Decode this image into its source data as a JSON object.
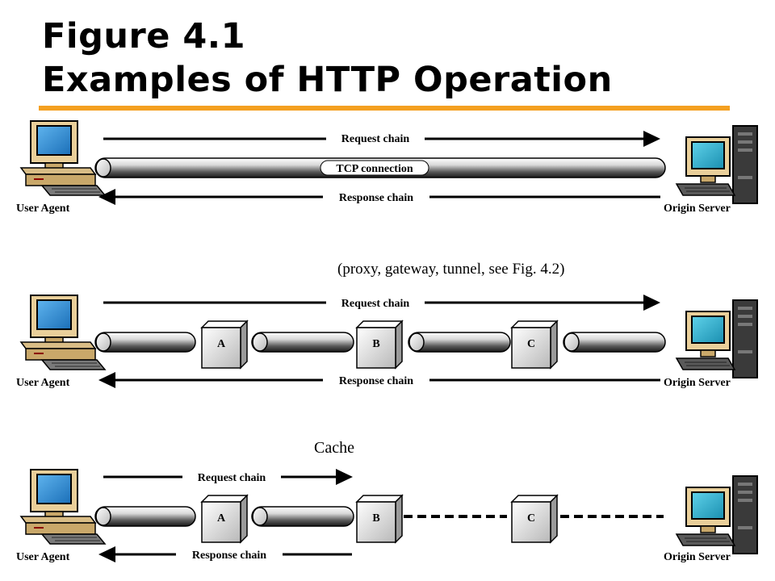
{
  "title": {
    "line1": "Figure 4.1",
    "line2": "Examples of HTTP Operation"
  },
  "colors": {
    "accent_rule": "#f4a020",
    "screen": "#2f8fd6",
    "server_screen": "#22a6c8"
  },
  "rows": [
    {
      "client_label": "User Agent",
      "server_label": "Origin Server",
      "request_label": "Request chain",
      "response_label": "Response chain",
      "connection_label": "TCP connection",
      "intermediaries": []
    },
    {
      "note": "(proxy, gateway, tunnel, see Fig. 4.2)",
      "client_label": "User Agent",
      "server_label": "Origin Server",
      "request_label": "Request chain",
      "response_label": "Response chain",
      "intermediaries": [
        "A",
        "B",
        "C"
      ]
    },
    {
      "cache_label": "Cache",
      "client_label": "User Agent",
      "server_label": "Origin Server",
      "request_label": "Request chain",
      "response_label": "Response chain",
      "intermediaries": [
        "A",
        "B",
        "C"
      ]
    }
  ]
}
